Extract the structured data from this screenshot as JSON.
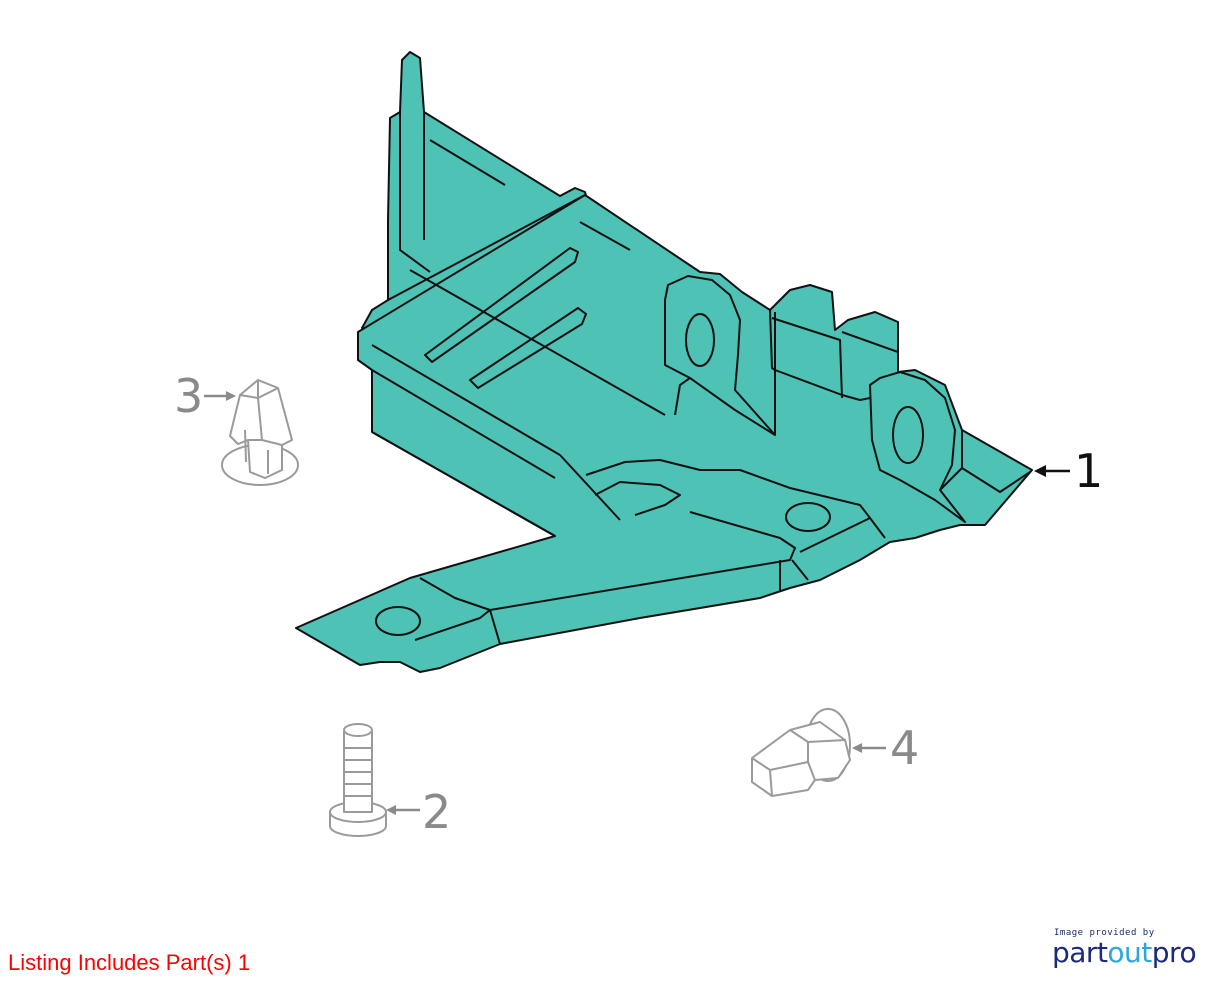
{
  "callouts": {
    "part1": "1",
    "part2": "2",
    "part3": "3",
    "part4": "4"
  },
  "colors": {
    "highlight_fill": "#4dc2b5",
    "outline": "#111111",
    "ghost_outline": "#9a9a9a",
    "note_text": "#ff0000"
  },
  "listing_note": "Listing Includes Part(s) 1",
  "credit": {
    "caption": "Image provided by",
    "logo_part1": "part",
    "logo_part2": "out",
    "logo_part3": "pro"
  }
}
